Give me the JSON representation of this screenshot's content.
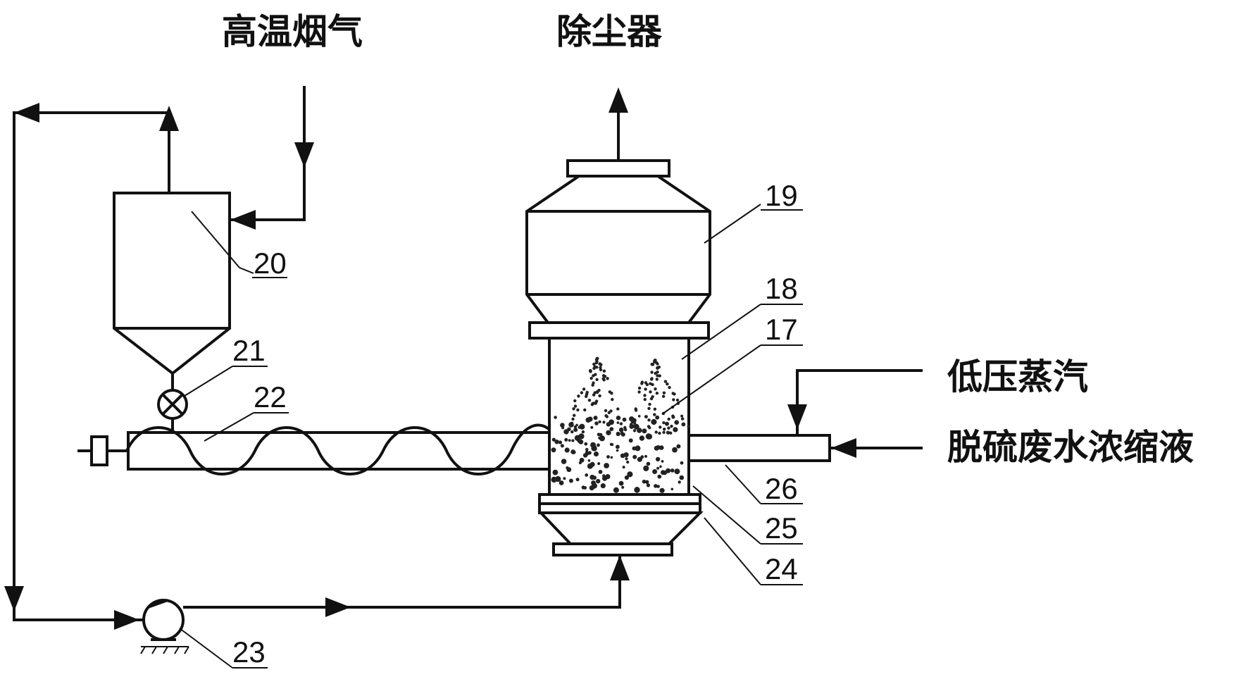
{
  "labels": {
    "flue_gas": "高温烟气",
    "dust_collector": "除尘器",
    "low_pressure_steam": "低压蒸汽",
    "wastewater_concentrate": "脱硫废水浓缩液"
  },
  "parts": {
    "p17": "17",
    "p18": "18",
    "p19": "19",
    "p20": "20",
    "p21": "21",
    "p22": "22",
    "p23": "23",
    "p24": "24",
    "p25": "25",
    "p26": "26"
  }
}
